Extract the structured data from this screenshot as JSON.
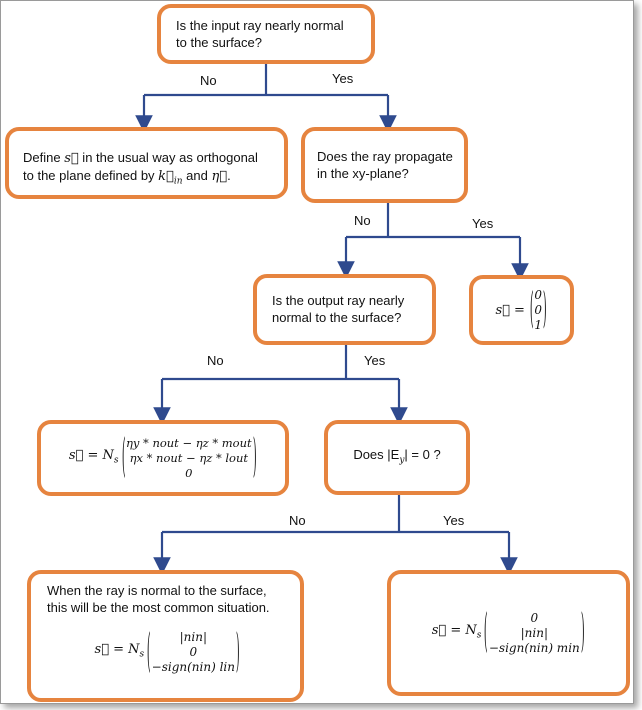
{
  "nodes": {
    "q_input_normal": "Is the input ray nearly normal to the surface?",
    "define_s": {
      "prefix": "Define ",
      "s": "s⃗",
      "mid": " in the usual way as orthogonal",
      "line2a": "to the plane defined by ",
      "k": "k⃗",
      "k_sub": "in",
      "and": " and ",
      "eta": "η⃗",
      "end": "."
    },
    "q_xy_plane": "Does the ray propagate in the xy-plane?",
    "q_output_normal": "Is the output ray nearly normal to the surface?",
    "s_001": {
      "lhs": "s⃗ =",
      "col": [
        "0",
        "0",
        "1"
      ]
    },
    "s_eta": {
      "lhs": "s⃗ = N",
      "lhs_sub": "s",
      "row1": "ηy * nout − ηz * mout",
      "row2": "ηx * nout − ηz * lout",
      "row3": "0"
    },
    "q_ey": {
      "text": "Does |E",
      "sub": "y",
      "rest": "| = 0 ?"
    },
    "common_case": {
      "line1": "When the ray is normal to the surface,",
      "line2": "this will be the most common situation.",
      "lhs": "s⃗ = N",
      "lhs_sub": "s",
      "row1": "|nin|",
      "row2": "0",
      "row3": "−sign(nin) lin"
    },
    "s_min": {
      "lhs": "s⃗ = N",
      "lhs_sub": "s",
      "row1": "0",
      "row2": "|nin|",
      "row3": "−sign(nin) min"
    }
  },
  "edges": {
    "no": "No",
    "yes": "Yes"
  },
  "colors": {
    "box_border": "#e6843f",
    "connector": "#2f4a8e"
  }
}
